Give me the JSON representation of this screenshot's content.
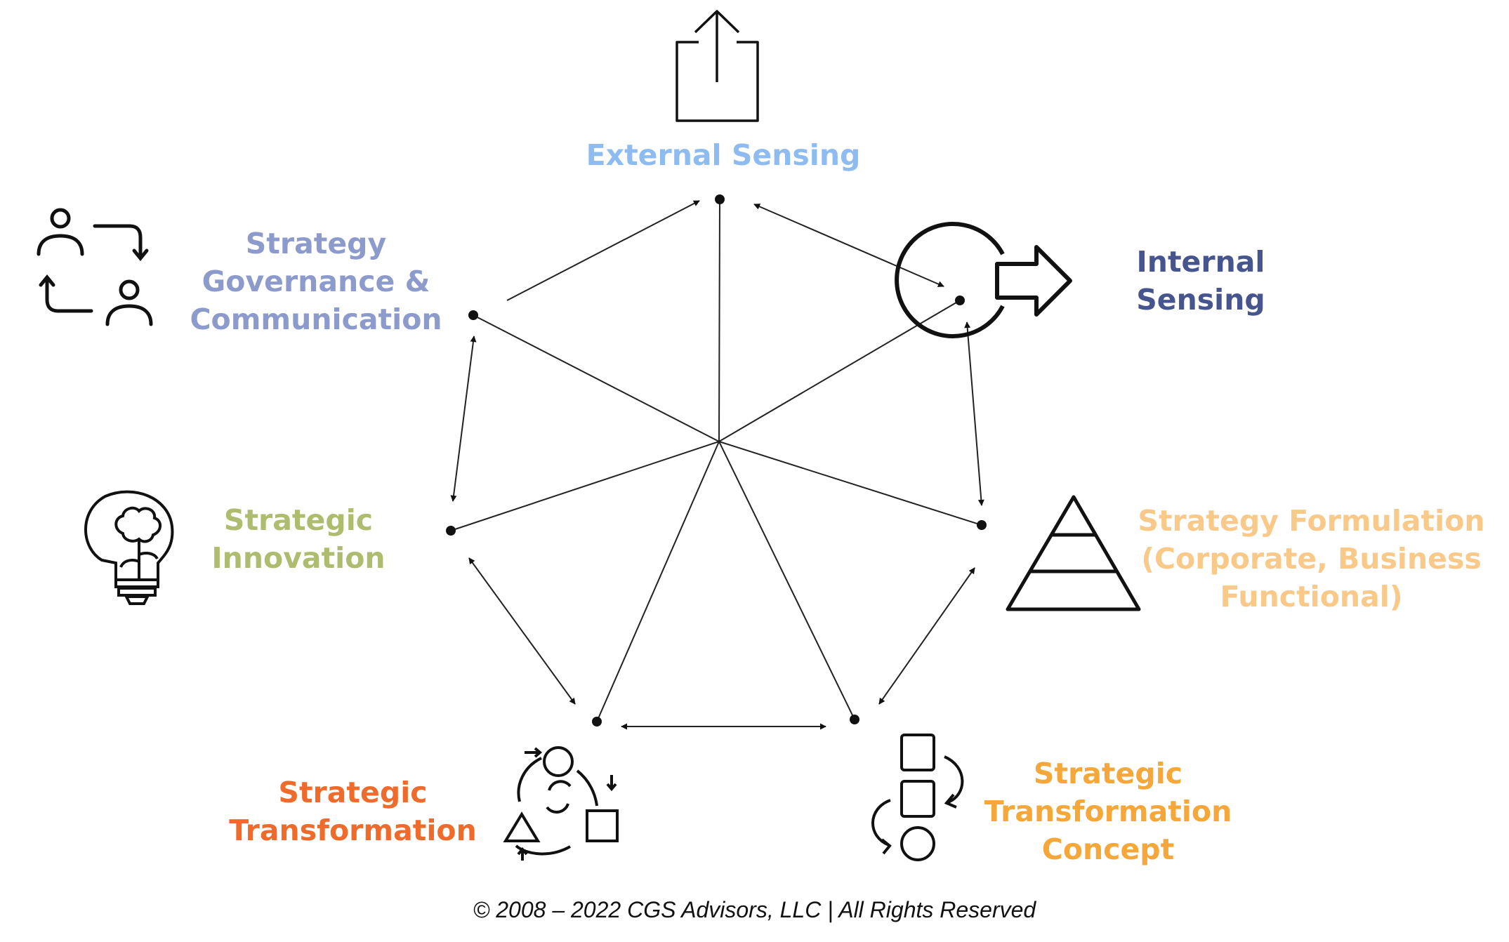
{
  "nodes": [
    {
      "id": "external-sensing",
      "lines": [
        "External Sensing"
      ],
      "color": "#8fbcf0",
      "icon": "upload-box-icon"
    },
    {
      "id": "internal-sensing",
      "lines": [
        "Internal",
        "Sensing"
      ],
      "color": "#47558e",
      "icon": "enter-arrow-icon"
    },
    {
      "id": "strategy-formulation",
      "lines": [
        "Strategy Formulation",
        "(Corporate, Business",
        "Functional)"
      ],
      "color": "#f9c98a",
      "icon": "pyramid-icon"
    },
    {
      "id": "strategic-transformation-concept",
      "lines": [
        "Strategic",
        "Transformation",
        "Concept"
      ],
      "color": "#f5a73a",
      "icon": "shapes-flow-icon"
    },
    {
      "id": "strategic-transformation",
      "lines": [
        "Strategic",
        "Transformation"
      ],
      "color": "#ef6b2c",
      "icon": "shapes-cycle-icon"
    },
    {
      "id": "strategic-innovation",
      "lines": [
        "Strategic",
        "Innovation"
      ],
      "color": "#adbc6e",
      "icon": "brain-lightbulb-icon"
    },
    {
      "id": "strategy-governance-communication",
      "lines": [
        "Strategy",
        "Governance &",
        "Communication"
      ],
      "color": "#8d9bcc",
      "icon": "people-exchange-icon"
    }
  ],
  "copyright": "© 2008 – 2022 CGS Advisors, LLC | All Rights Reserved"
}
